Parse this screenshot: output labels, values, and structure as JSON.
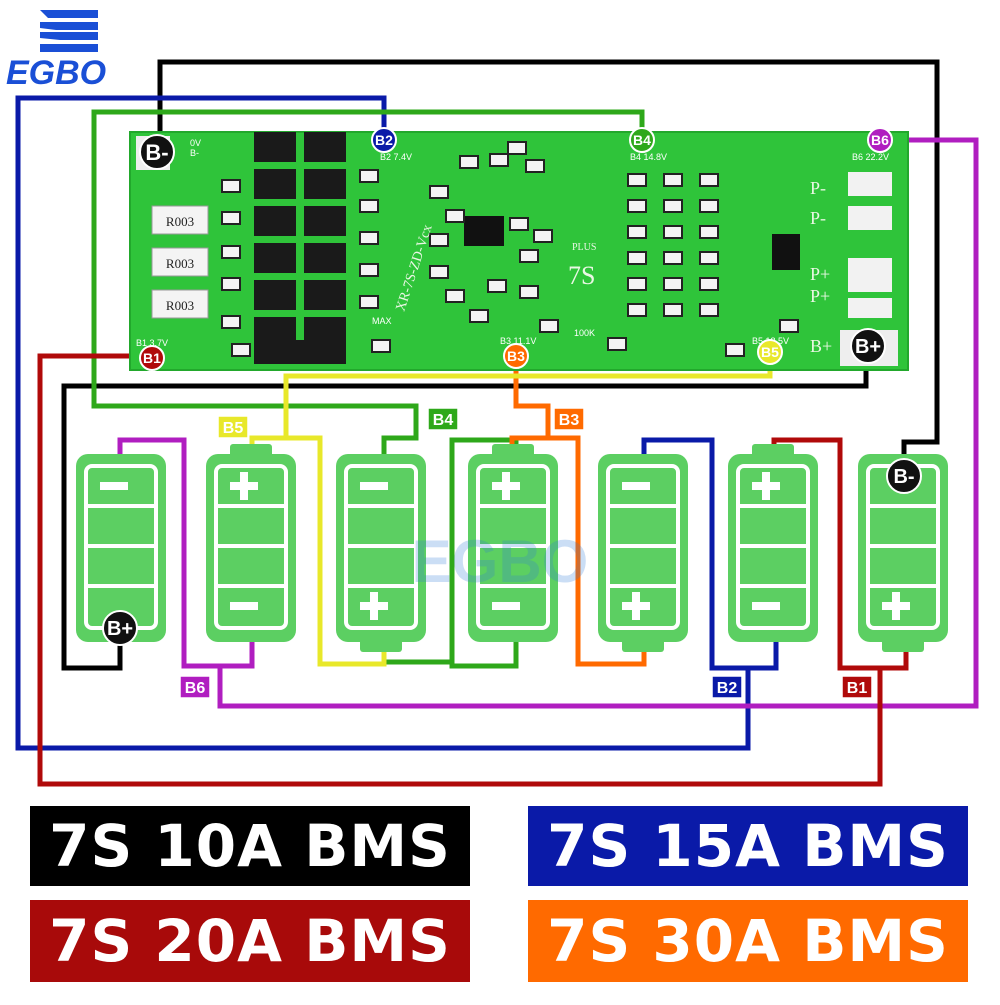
{
  "brand": {
    "logo_text": "EGBO",
    "watermark_text": "EGBO"
  },
  "board": {
    "model_text": "XR-7S-ZD-Vcx",
    "series_text": "7S",
    "plus_text": "PLUS",
    "resistor_labels": [
      "R003",
      "R003",
      "R003"
    ],
    "silk_small": {
      "b_minus_0v": "0V",
      "b_minus": "B-",
      "b2": "B2 7.4V",
      "b4": "B4 14.8V",
      "b6": "B6 22.2V",
      "b1": "B1 3.7V",
      "b3": "B3 11.1V",
      "b5": "B5 18.5V",
      "resistor_100k": "100K",
      "max": "MAX"
    },
    "output_labels": [
      "P-",
      "P-",
      "P+",
      "P+",
      "B+"
    ]
  },
  "pads": [
    {
      "id": "b_minus_board",
      "label": "B-"
    },
    {
      "id": "b2_board",
      "label": "B2"
    },
    {
      "id": "b4_board",
      "label": "B4"
    },
    {
      "id": "b6_board",
      "label": "B6"
    },
    {
      "id": "b1_board",
      "label": "B1"
    },
    {
      "id": "b3_board",
      "label": "B3"
    },
    {
      "id": "b5_board",
      "label": "B5"
    },
    {
      "id": "b_plus_board",
      "label": "B+"
    }
  ],
  "wire_tags": [
    {
      "id": "b5_tag",
      "label": "B5"
    },
    {
      "id": "b4_tag",
      "label": "B4"
    },
    {
      "id": "b3_tag",
      "label": "B3"
    },
    {
      "id": "b6_tag",
      "label": "B6"
    },
    {
      "id": "b2_tag",
      "label": "B2"
    },
    {
      "id": "b1_tag",
      "label": "B1"
    }
  ],
  "cell_terminals": [
    {
      "id": "cell1_bplus",
      "label": "B+"
    },
    {
      "id": "cell7_bminus",
      "label": "B-"
    }
  ],
  "cells": [
    {
      "index": 1,
      "top": "-",
      "bottom": "B+"
    },
    {
      "index": 2,
      "top": "+",
      "bottom": "-"
    },
    {
      "index": 3,
      "top": "-",
      "bottom": "+"
    },
    {
      "index": 4,
      "top": "+",
      "bottom": "-"
    },
    {
      "index": 5,
      "top": "-",
      "bottom": "+"
    },
    {
      "index": 6,
      "top": "+",
      "bottom": "-"
    },
    {
      "index": 7,
      "top": "B-",
      "bottom": "+"
    }
  ],
  "banners": [
    {
      "id": "bms_10a",
      "text": "7S 10A BMS",
      "color": "#000000"
    },
    {
      "id": "bms_15a",
      "text": "7S 15A BMS",
      "color": "#0a1aa8"
    },
    {
      "id": "bms_20a",
      "text": "7S 20A BMS",
      "color": "#a80a0a"
    },
    {
      "id": "bms_30a",
      "text": "7S 30A BMS",
      "color": "#ff6a00"
    }
  ],
  "colors": {
    "black_wire": "#000000",
    "blue_wire": "#0a1aa8",
    "green_wire": "#2ea81a",
    "purple_wire": "#b01ec0",
    "red_wire": "#b00a0a",
    "orange_wire": "#ff6a00",
    "yellow_wire": "#e8e82a",
    "pcb": "#2fc43a",
    "cell_fill": "#5ccf62",
    "cell_dark": "#2f9e36"
  }
}
